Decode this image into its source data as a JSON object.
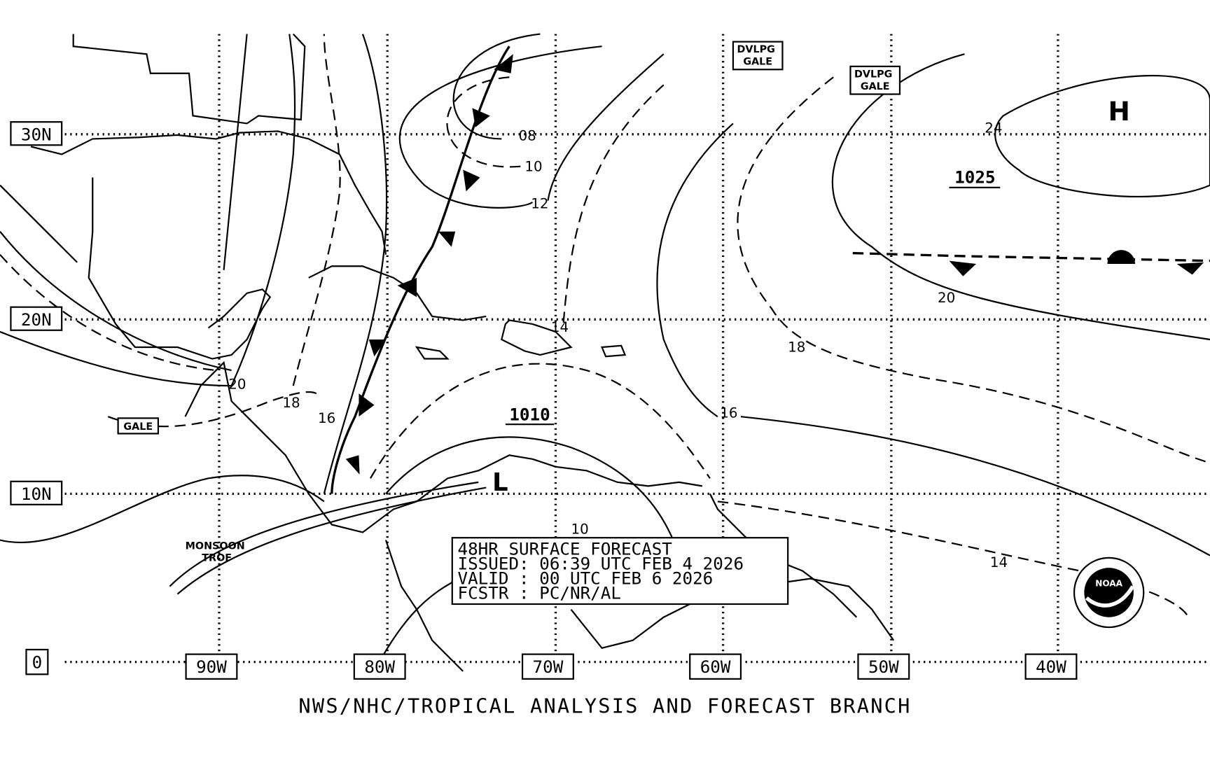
{
  "latitudes": [
    "30N",
    "20N",
    "10N",
    "0"
  ],
  "longitudes": [
    "90W",
    "80W",
    "70W",
    "60W",
    "50W",
    "40W"
  ],
  "isobar_labels": [
    "08",
    "10",
    "12",
    "14",
    "24",
    "20",
    "18",
    "20",
    "18",
    "16",
    "16",
    "14",
    "10"
  ],
  "pressure_centers": {
    "high_label": "H",
    "high_value": "1025",
    "low_label": "L",
    "low_value": "1010"
  },
  "warnings": [
    "DVLPG GALE",
    "DVLPG GALE",
    "GALE"
  ],
  "monsoon": "MONSOON TROF",
  "info_box": {
    "line1": "48HR SURFACE FORECAST",
    "line2": "ISSUED: 06:39 UTC FEB 4 2026",
    "line3": "VALID : 00 UTC FEB 6 2026",
    "line4": "FCSTR : PC/NR/AL"
  },
  "footer": "NWS/NHC/TROPICAL ANALYSIS AND FORECAST BRANCH",
  "logo": "NOAA"
}
